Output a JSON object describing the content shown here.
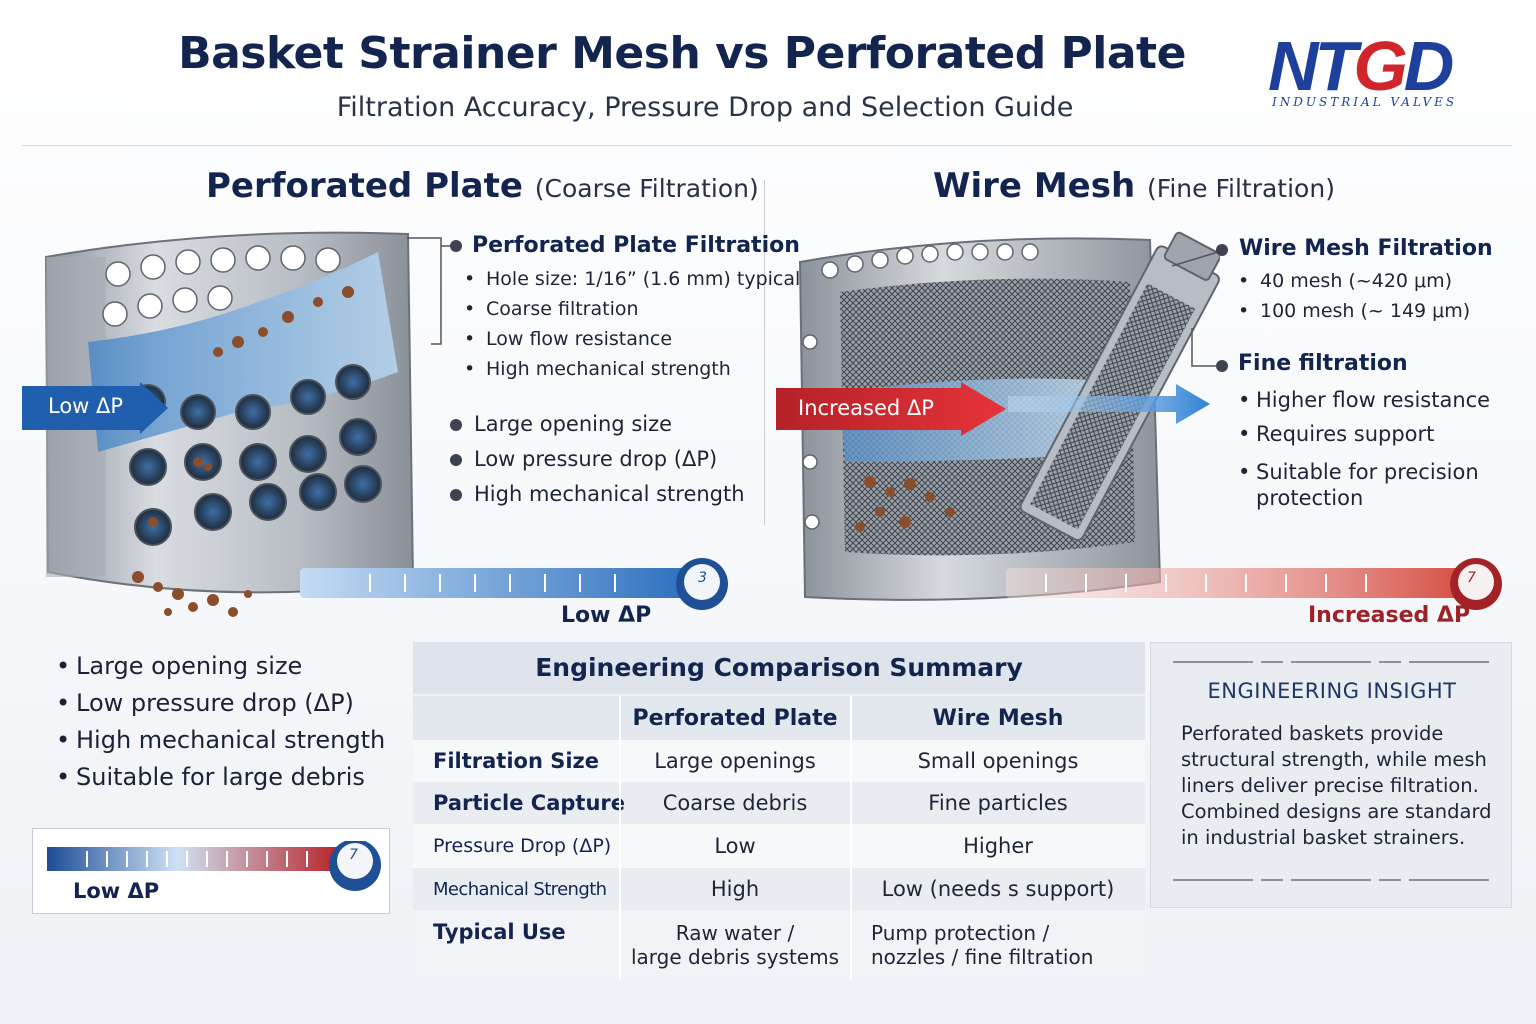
{
  "header": {
    "title": "Basket Strainer Mesh vs Perforated Plate",
    "subtitle": "Filtration Accuracy, Pressure Drop and Selection Guide",
    "logo_main_a": "NT",
    "logo_main_b": "G",
    "logo_main_c": "D",
    "logo_sub": "INDUSTRIAL VALVES"
  },
  "left_section": {
    "title": "Perforated Plate",
    "title_paren": "(Coarse Filtration)",
    "spec_heading": "Perforated Plate Filtration",
    "spec_items": [
      "Hole size:  1/16” (1.6 mm) typical",
      "Coarse filtration",
      "Low flow resistance",
      "High mechanical strength"
    ],
    "features": [
      "Large opening size",
      "Low pressure drop (ΔP)",
      "High mechanical strength"
    ],
    "arrow_label": "Low ΔP",
    "gauge_label": "Low ΔP",
    "gauge_digit": "3"
  },
  "right_section": {
    "title": "Wire Mesh",
    "title_paren": "(Fine Filtration)",
    "spec_heading": "Wire Mesh Filtration",
    "spec_items": [
      "40 mesh (~420 μm)",
      "100 mesh (~ 149 μm)"
    ],
    "fine_heading": "Fine filtration",
    "fine_items": [
      "Higher flow resistance",
      "Requires support",
      "Suitable for precision",
      "protection"
    ],
    "arrow_label": "Increased ΔP",
    "gauge_label": "Increased ΔP",
    "gauge_digit": "7"
  },
  "bottom_left": {
    "items": [
      "Large opening size",
      "Low pressure drop (ΔP)",
      "High mechanical strength",
      "Suitable for large debris"
    ],
    "gauge_label": "Low ΔP",
    "gauge_digit": "7"
  },
  "comparison_table": {
    "title": "Engineering Comparison Summary",
    "col_headers": [
      "Perforated Plate",
      "Wire Mesh"
    ],
    "rows": [
      {
        "label": "Filtration Size",
        "a": "Large openings",
        "b": "Small openings"
      },
      {
        "label": "Particle Capture",
        "a": "Coarse debris",
        "b": "Fine particles"
      },
      {
        "label": "Pressure Drop (ΔP)",
        "a": "Low",
        "b": "Higher"
      },
      {
        "label": "Mechanical Strength",
        "a": "High",
        "b": "Low (needs s support)"
      },
      {
        "label": "Typical Use",
        "a_line1": "Raw water /",
        "a_line2": "large debris systems",
        "b_line1": "Pump protection /",
        "b_line2": "nozzles / fine filtration"
      }
    ]
  },
  "insight": {
    "title": "ENGINEERING INSIGHT",
    "lines": [
      "Perforated baskets provide",
      "structural strength, while mesh",
      "liners deliver precise filtration.",
      "Combined designs are standard",
      "in industrial basket strainers."
    ]
  },
  "colors": {
    "navy": "#13254f",
    "blue_arrow": "#1f5fae",
    "red_arrow": "#c9252b",
    "low_gauge": "#2f78c8",
    "high_gauge": "#d4483d"
  }
}
